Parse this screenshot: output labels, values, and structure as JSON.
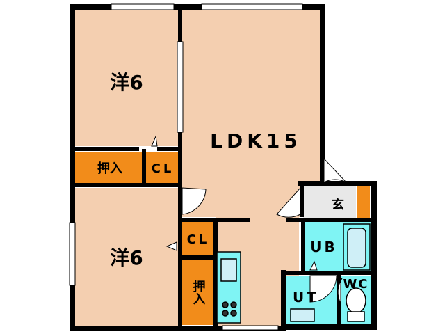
{
  "floorplan": {
    "colors": {
      "room": "#f4cfb0",
      "storage": "#f28c1a",
      "wet": "#7ff4f4",
      "entry": "#e8e8e8",
      "wall": "#000000"
    },
    "rooms": {
      "western_room_top": "洋6",
      "western_room_bottom": "洋6",
      "ldk": "LDK15",
      "entrance": "玄",
      "unit_bath": "UB",
      "utility": "UT",
      "toilet": "WC"
    },
    "storage": {
      "oshiire_top": "押入",
      "closet_top": "CL",
      "closet_bottom": "CL",
      "oshiire_bottom": "押入"
    }
  }
}
